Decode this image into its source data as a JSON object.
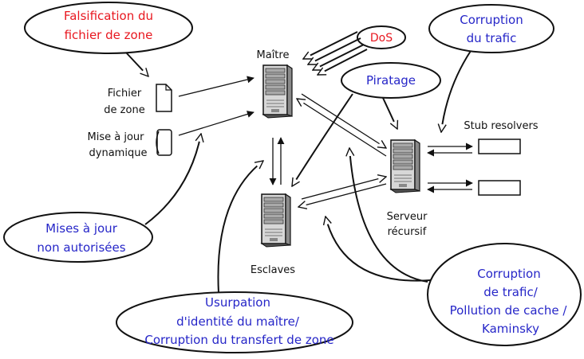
{
  "threats": {
    "zone_file_falsification": [
      "Falsification du",
      "fichier de zone"
    ],
    "traffic_corruption_top": [
      "Corruption",
      "du trafic"
    ],
    "dos": "DoS",
    "piracy": "Piratage",
    "unauthorized_updates": [
      "Mises à jour",
      "non autorisées"
    ],
    "master_spoofing": [
      "Usurpation",
      "d'identité du maître/",
      "Corruption du transfert de zone"
    ],
    "cache_pollution": [
      "Corruption",
      "de trafic/",
      "Pollution de cache /",
      "Kaminsky"
    ]
  },
  "nodes": {
    "master": "Maître",
    "slaves": "Esclaves",
    "zone_file": [
      "Fichier",
      "de zone"
    ],
    "dynamic_update": [
      "Mise à jour",
      "dynamique"
    ],
    "recursive_server": [
      "Serveur",
      "récursif"
    ],
    "stub_resolvers": "Stub resolvers"
  },
  "colors": {
    "threat_red": "#e8171f",
    "threat_blue": "#2626c8",
    "line": "#111111"
  },
  "icons": [
    "server-icon",
    "document-icon",
    "cylinder-icon",
    "stub-resolver-box"
  ]
}
